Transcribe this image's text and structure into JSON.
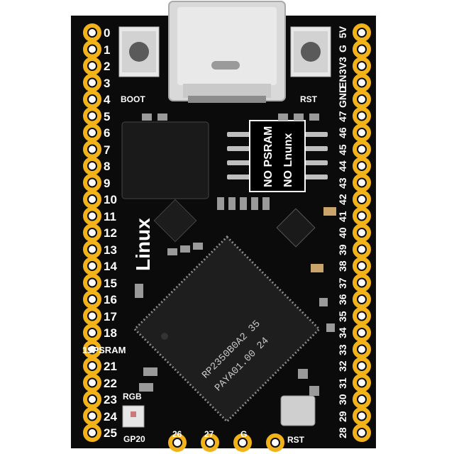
{
  "colors": {
    "pcb": "#0b0b0b",
    "pad": "#f2b21a",
    "silk": "#ffffff",
    "usb": "#d8d8d8",
    "chip": "#1e1e1e"
  },
  "left_pins": [
    "0",
    "1",
    "2",
    "3",
    "4",
    "5",
    "6",
    "7",
    "8",
    "9",
    "10",
    "11",
    "12",
    "13",
    "14",
    "15",
    "16",
    "17",
    "18",
    "19PSRAM",
    "21",
    "22",
    "23",
    "24",
    "25"
  ],
  "right_pins": [
    "5V",
    "G",
    "3V3",
    "EN",
    "GND",
    "47",
    "46",
    "45",
    "44",
    "43",
    "42",
    "41",
    "40",
    "39",
    "38",
    "37",
    "36",
    "35",
    "34",
    "33",
    "32",
    "31",
    "30",
    "29",
    "28"
  ],
  "bottom_pins": [
    "GP20",
    "26",
    "27",
    "G",
    "RST"
  ],
  "labels": {
    "boot": "BOOT",
    "rst": "RST",
    "rgb": "RGB",
    "linux": "Linux",
    "no_psram": "NO PSRAM",
    "no_lnunx": "NO Lnunx",
    "chip_line1": "RP2350B0A2  35",
    "chip_line2": "PAYA01.00  24"
  }
}
